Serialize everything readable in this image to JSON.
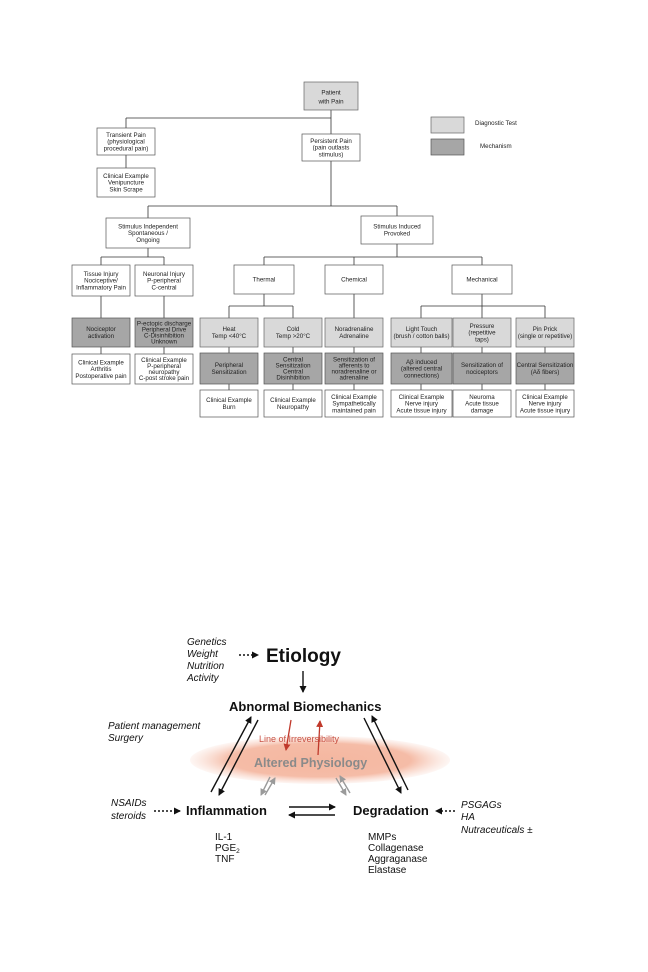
{
  "flowchart": {
    "legend": {
      "diagnostic": {
        "label": "Diagnostic Test",
        "color": "#d9d9d9"
      },
      "mechanism": {
        "label": "Mechanism",
        "color": "#a6a6a6"
      }
    },
    "boxes": [
      {
        "id": "root",
        "style": "diag",
        "lines": [
          "Patient",
          "with Pain"
        ],
        "large": true
      },
      {
        "id": "transient",
        "style": "white",
        "lines": [
          "Transient Pain",
          "(physiological",
          "procedural pain)"
        ]
      },
      {
        "id": "transient_ex",
        "style": "white",
        "lines": [
          "Clinical Example",
          "Venipuncture",
          "Skin Scrape"
        ]
      },
      {
        "id": "persistent",
        "style": "white",
        "lines": [
          "Persistent Pain",
          "(pain outlasts",
          "stimulus)"
        ]
      },
      {
        "id": "indep",
        "style": "white",
        "lines": [
          "Stimulus Independent",
          "Spontaneous /",
          "Ongoing"
        ]
      },
      {
        "id": "induced",
        "style": "white",
        "lines": [
          "Stimulus Induced",
          "Provoked"
        ]
      },
      {
        "id": "tissue",
        "style": "white",
        "lines": [
          "Tissue Injury",
          "Nociceptive/",
          "Inflammatory Pain"
        ]
      },
      {
        "id": "neuronal",
        "style": "white",
        "lines": [
          "Neuronal Injury",
          "P-peripheral",
          "C-central"
        ]
      },
      {
        "id": "thermal",
        "style": "white",
        "lines": [
          "Thermal"
        ]
      },
      {
        "id": "chemical",
        "style": "white",
        "lines": [
          "Chemical"
        ]
      },
      {
        "id": "mechanical",
        "style": "white",
        "lines": [
          "Mechanical"
        ]
      },
      {
        "id": "noci_act",
        "style": "mech",
        "lines": [
          "Nociceptor",
          "activation"
        ]
      },
      {
        "id": "ectopic",
        "style": "mech",
        "lines": [
          "P-ectopic discharge",
          "Peripheral Drive",
          "C-Disinhibition",
          "Unknown"
        ]
      },
      {
        "id": "heat",
        "style": "diag",
        "lines": [
          "Heat",
          "Temp <40°C"
        ]
      },
      {
        "id": "cold",
        "style": "diag",
        "lines": [
          "Cold",
          "Temp >20°C"
        ]
      },
      {
        "id": "noradr",
        "style": "diag",
        "lines": [
          "Noradrenaline",
          "Adrenaline"
        ]
      },
      {
        "id": "light",
        "style": "diag",
        "lines": [
          "Light Touch",
          "(brush / cotton balls)"
        ]
      },
      {
        "id": "pressure",
        "style": "diag",
        "lines": [
          "Pressure",
          "(repetitive",
          "taps)"
        ]
      },
      {
        "id": "pinprick",
        "style": "diag",
        "lines": [
          "Pin Prick",
          "(single or repetitive)"
        ]
      },
      {
        "id": "ex_arthritis",
        "style": "white",
        "lines": [
          "Clinical Example",
          "Arthritis",
          "Postoperative pain"
        ]
      },
      {
        "id": "ex_neuro",
        "style": "white",
        "lines": [
          "Clinical Example",
          "P-peripheral",
          "neuropathy",
          "C-post stroke pain"
        ]
      },
      {
        "id": "periph_sens",
        "style": "mech",
        "lines": [
          "Peripheral",
          "Sensitization"
        ]
      },
      {
        "id": "central_sens",
        "style": "mech",
        "lines": [
          "Central",
          "Sensitization",
          "Central",
          "Disinhibition"
        ]
      },
      {
        "id": "sens_aff",
        "style": "mech",
        "lines": [
          "Sensitization of",
          "afferents to",
          "noradrenaline or",
          "adrenaline"
        ]
      },
      {
        "id": "ab_induced",
        "style": "mech",
        "lines": [
          "Aβ induced",
          "(altered central",
          "connections)"
        ]
      },
      {
        "id": "sens_noci",
        "style": "mech",
        "lines": [
          "Sensitization of",
          "nociceptors"
        ]
      },
      {
        "id": "central_ad",
        "style": "mech",
        "lines": [
          "Central Sensitization",
          "(Aδ fibers)"
        ]
      },
      {
        "id": "ex_burn",
        "style": "white",
        "lines": [
          "Clinical Example",
          "Burn"
        ]
      },
      {
        "id": "ex_neuropathy",
        "style": "white",
        "lines": [
          "Clinical Example",
          "Neuropathy"
        ]
      },
      {
        "id": "ex_symp",
        "style": "white",
        "lines": [
          "Clinical Example",
          "Sympathetically",
          "maintained pain"
        ]
      },
      {
        "id": "ex_nerve1",
        "style": "white",
        "lines": [
          "Clinical Example",
          "Nerve injury",
          "Acute tissue injury"
        ]
      },
      {
        "id": "ex_neuroma",
        "style": "white",
        "lines": [
          "Neuroma",
          "Acute tissue",
          "damage"
        ]
      },
      {
        "id": "ex_nerve2",
        "style": "white",
        "lines": [
          "Clinical Example",
          "Nerve injury",
          "Acute tissue injury"
        ]
      }
    ]
  },
  "oa_diagram": {
    "etiology": "Etiology",
    "etiology_factors": [
      "Genetics",
      "Weight",
      "Nutrition",
      "Activity"
    ],
    "abnormal_biomechanics": "Abnormal Biomechanics",
    "line_of_irreversibility": "Line of Irreversibility",
    "altered_physiology": "Altered Physiology",
    "management": [
      "Patient management",
      "Surgery"
    ],
    "inflammation": "Inflammation",
    "inflammation_drugs": [
      "NSAIDs",
      "steroids"
    ],
    "inflammation_mediators": [
      "IL-1",
      "PGE",
      "TNF"
    ],
    "pge_subscript": "2",
    "degradation": "Degradation",
    "degradation_drugs": [
      "PSGAGs",
      "HA",
      "Nutraceuticals ±"
    ],
    "degradation_enzymes": [
      "MMPs",
      "Collagenase",
      "Aggraganase",
      "Elastase"
    ],
    "ellipse_color": "#f2a68a"
  }
}
